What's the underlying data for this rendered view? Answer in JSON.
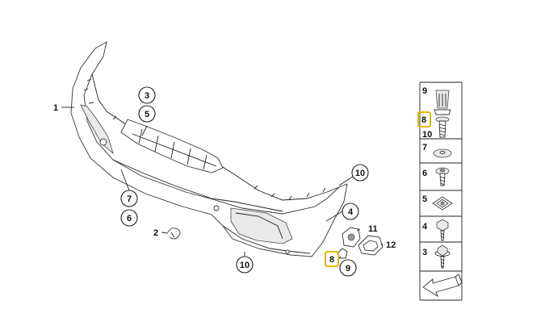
{
  "callouts": {
    "c1": "1",
    "c2": "2",
    "c3": "3",
    "c5": "5",
    "c7": "7",
    "c6": "6",
    "c10a": "10",
    "c10b": "10",
    "c4": "4",
    "c11": "11",
    "c12": "12",
    "c8": "8",
    "c9": "9"
  },
  "side_panel": {
    "rows": [
      {
        "label": "9",
        "icon": "expansion-rivet-icon",
        "highlighted": false
      },
      {
        "label": "8",
        "icon": "screw-icon",
        "highlighted": true
      },
      {
        "label": "10",
        "icon": "screw-icon",
        "highlighted": false
      },
      {
        "label": "7",
        "icon": "washer-icon",
        "highlighted": false
      },
      {
        "label": "6",
        "icon": "collar-screw-icon",
        "highlighted": false
      },
      {
        "label": "5",
        "icon": "clip-nut-icon",
        "highlighted": false
      },
      {
        "label": "4",
        "icon": "hex-screw-icon",
        "highlighted": false
      },
      {
        "label": "3",
        "icon": "hex-screw-icon",
        "highlighted": false
      }
    ]
  },
  "colors": {
    "highlight": "#e6b800",
    "outline": "#222222"
  }
}
